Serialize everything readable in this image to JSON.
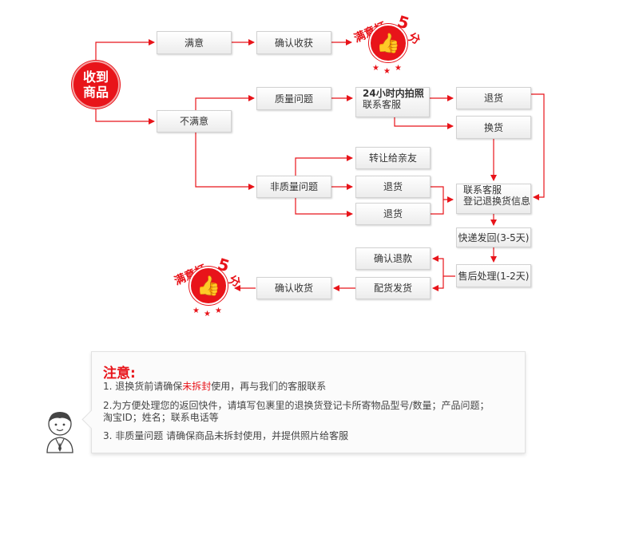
{
  "start": {
    "line1": "收到",
    "line2": "商品"
  },
  "boxes": {
    "satisfied": "满意",
    "confirm_receipt_top": "确认收获",
    "unsatisfied": "不满意",
    "quality_issue": "质量问题",
    "photo_24h_line1": "24小时内拍照",
    "photo_24h_line2": "联系客服",
    "return_top": "退货",
    "exchange": "换货",
    "transfer_friend": "转让给亲友",
    "non_quality_issue": "非质量问题",
    "return_mid": "退货",
    "return_bottom": "退货",
    "contact_cs_line1": "联系客服",
    "contact_cs_line2": "登记退换货信息",
    "express_return": "快递发回(3-5天)",
    "confirm_refund": "确认退款",
    "after_sale": "售后处理(1-2天)",
    "ship_goods": "配货发货",
    "confirm_receipt_bottom": "确认收货"
  },
  "badge": {
    "text": "满意打",
    "number": "5",
    "unit": "分"
  },
  "notice": {
    "title": "注意:",
    "item1_prefix": "1. 退换货前请确保",
    "item1_highlight": "未拆封",
    "item1_suffix": "使用，再与我们的客服联系",
    "item2_line1": "2.为方便处理您的返回快件，请填写包裹里的退换货登记卡所寄物品型号/数量；产品问题；",
    "item2_line2": "淘宝ID；姓名；联系电话等",
    "item3": "3. 非质量问题 请确保商品未拆封使用，并提供照片给客服"
  },
  "colors": {
    "accent": "#e8141a",
    "box_border": "#d2d2d2",
    "text": "#333333"
  },
  "icons": [
    "thumbs-up-icon",
    "star-icon",
    "customer-service-avatar-icon",
    "arrow-icon"
  ]
}
